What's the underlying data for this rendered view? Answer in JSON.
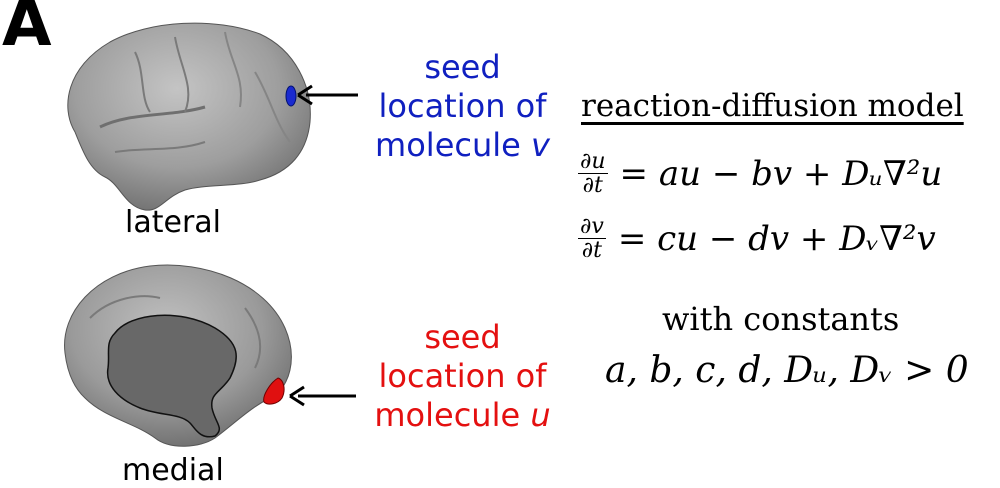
{
  "panel_label": "A",
  "views": {
    "lateral": {
      "label": "lateral",
      "seed_text": [
        "seed",
        "location of",
        "molecule "
      ],
      "molecule": "v",
      "seed_color": "#1020c0"
    },
    "medial": {
      "label": "medial",
      "seed_text": [
        "seed",
        "location of",
        "molecule "
      ],
      "molecule": "u",
      "seed_color": "#e41010"
    }
  },
  "model": {
    "title": "reaction-diffusion model",
    "eq1": {
      "num": "∂u",
      "den": "∂t",
      "rhs": "= au − bv + Dᵤ∇²u"
    },
    "eq2": {
      "num": "∂v",
      "den": "∂t",
      "rhs": "= cu − dv + Dᵥ∇²v"
    },
    "constants_label": "with constants",
    "constants": "a, b, c, d, Dᵤ, Dᵥ > 0"
  },
  "colors": {
    "brain_fill": "#9c9c9c",
    "medial_wall": "#6a6a6a",
    "blue_seed": "#1a2ad0",
    "red_seed": "#e01010"
  }
}
